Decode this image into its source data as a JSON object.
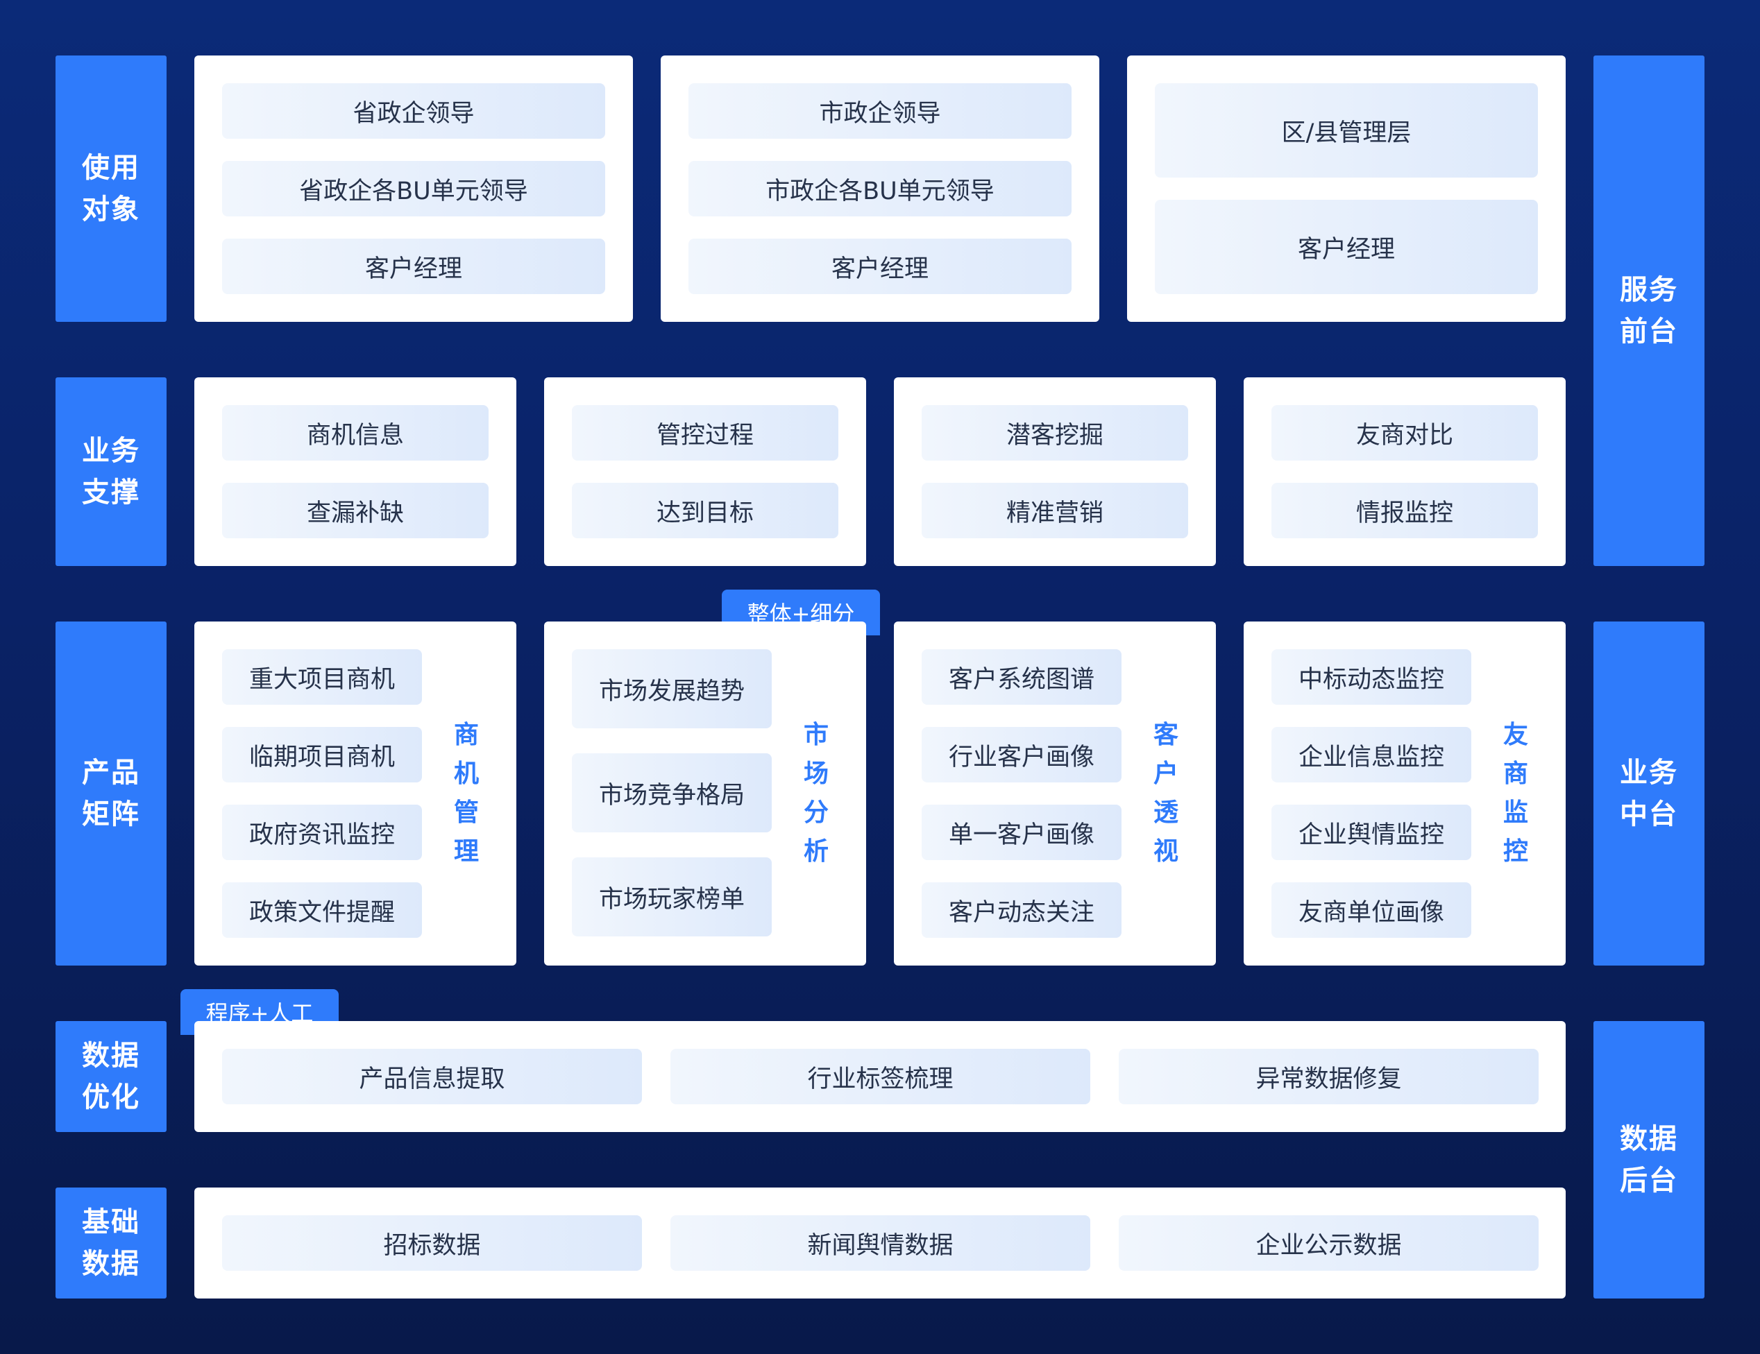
{
  "rows": {
    "users": {
      "label": "使用\n对象",
      "cards": [
        [
          "省政企领导",
          "省政企各BU单元领导",
          "客户经理"
        ],
        [
          "市政企领导",
          "市政企各BU单元领导",
          "客户经理"
        ],
        [
          "区/县管理层",
          "客户经理"
        ]
      ]
    },
    "support": {
      "label": "业务\n支撑",
      "cards": [
        [
          "商机信息",
          "查漏补缺"
        ],
        [
          "管控过程",
          "达到目标"
        ],
        [
          "潜客挖掘",
          "精准营销"
        ],
        [
          "友商对比",
          "情报监控"
        ]
      ]
    },
    "products": {
      "label": "产品\n矩阵",
      "tag": "整体+细分",
      "cards": [
        {
          "title": "商机管理",
          "items": [
            "重大项目商机",
            "临期项目商机",
            "政府资讯监控",
            "政策文件提醒"
          ]
        },
        {
          "title": "市场分析",
          "items": [
            "市场发展趋势",
            "市场竞争格局",
            "市场玩家榜单"
          ]
        },
        {
          "title": "客户透视",
          "items": [
            "客户系统图谱",
            "行业客户画像",
            "单一客户画像",
            "客户动态关注"
          ]
        },
        {
          "title": "友商监控",
          "items": [
            "中标动态监控",
            "企业信息监控",
            "企业舆情监控",
            "友商单位画像"
          ]
        }
      ]
    },
    "optimize": {
      "label": "数据\n优化",
      "tag": "程序+人工",
      "items": [
        "产品信息提取",
        "行业标签梳理",
        "异常数据修复"
      ]
    },
    "base": {
      "label": "基础\n数据",
      "items": [
        "招标数据",
        "新闻舆情数据",
        "企业公示数据"
      ]
    }
  },
  "side": {
    "front": "服务\n前台",
    "middle": "业务\n中台",
    "back": "数据\n后台"
  },
  "colors": {
    "accent": "#2f7bfb",
    "background_top": "#0b2a78",
    "background_bottom": "#08194a",
    "card": "#ffffff",
    "item_text": "#26324a"
  }
}
